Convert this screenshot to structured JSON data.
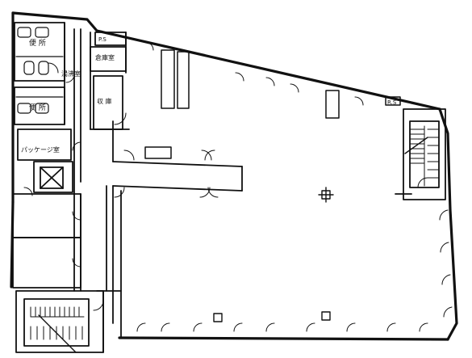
{
  "floor_plan": {
    "rooms": {
      "toilet_upper": "便 所",
      "toilet_lower": "便 所",
      "ps": "P.S",
      "kitchenette": "湯沸室",
      "storage_room": "倉庫室",
      "store": "収 庫",
      "package_room": "パッケージ室",
      "rs": "R.S"
    }
  }
}
